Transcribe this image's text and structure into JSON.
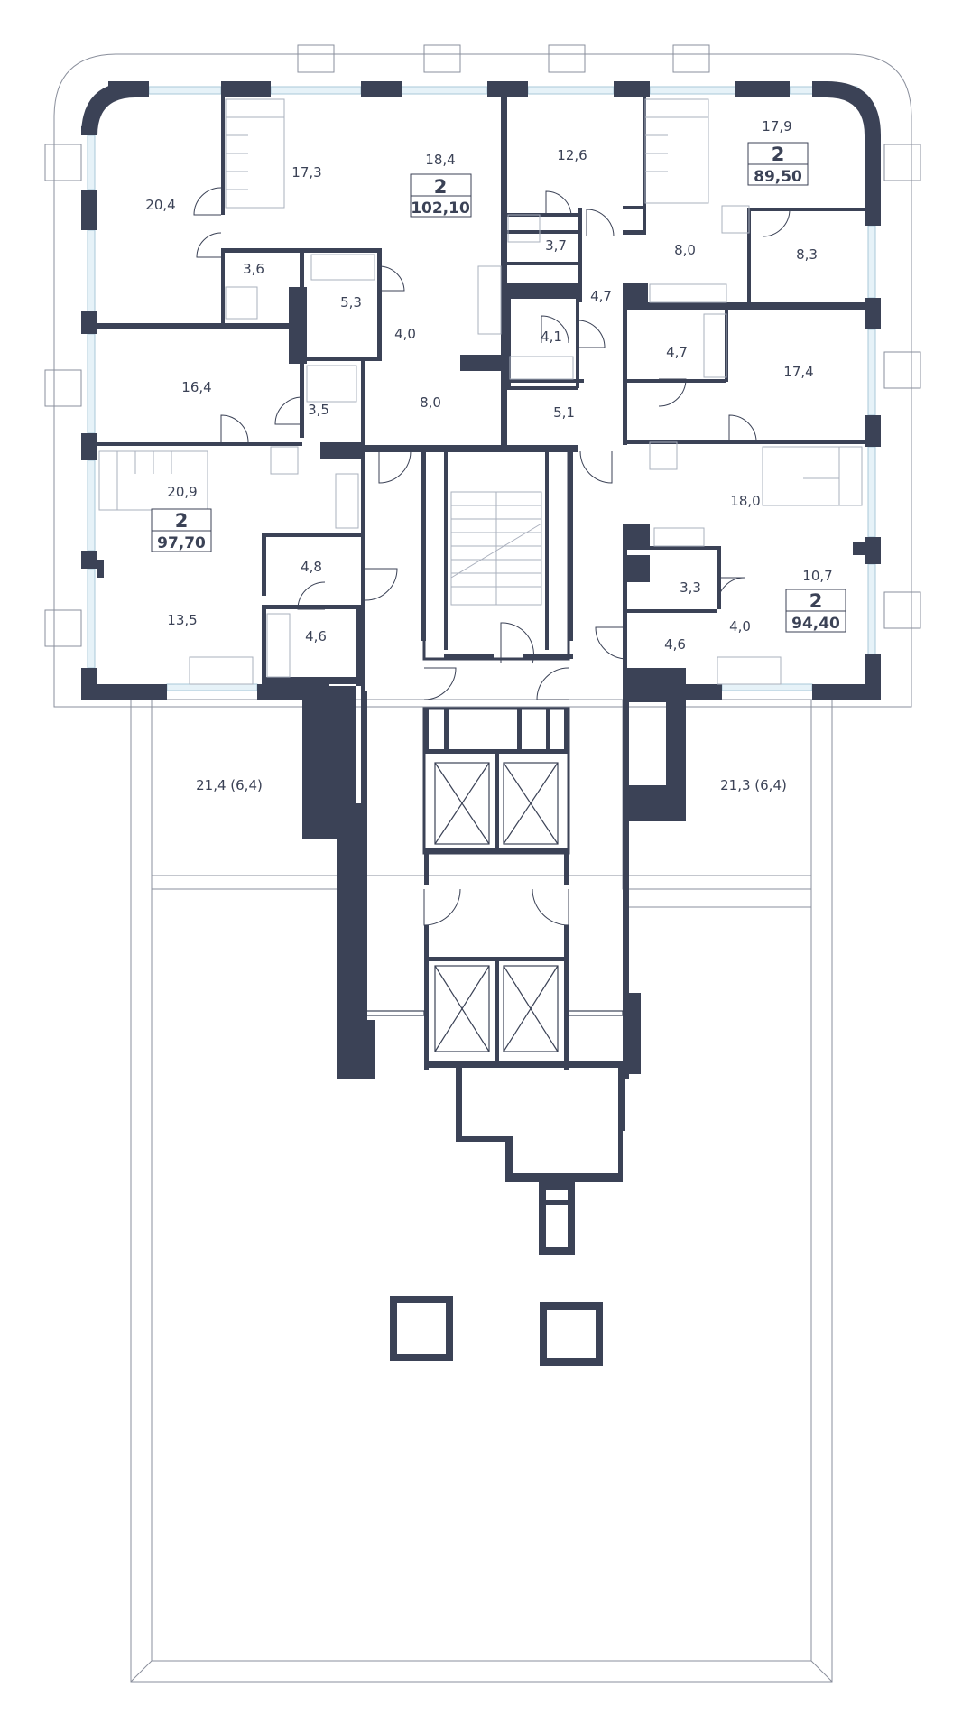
{
  "plan": {
    "rooms": [
      {
        "id": "r1",
        "area": "20,4"
      },
      {
        "id": "r2",
        "area": "17,3"
      },
      {
        "id": "r3",
        "area": "18,4"
      },
      {
        "id": "r4",
        "area": "12,6"
      },
      {
        "id": "r5",
        "area": "17,9"
      },
      {
        "id": "r6",
        "area": "3,6"
      },
      {
        "id": "r7",
        "area": "5,3"
      },
      {
        "id": "r8",
        "area": "4,0"
      },
      {
        "id": "r9",
        "area": "3,7"
      },
      {
        "id": "r10",
        "area": "8,0"
      },
      {
        "id": "r11",
        "area": "8,3"
      },
      {
        "id": "r12",
        "area": "4,7"
      },
      {
        "id": "r13",
        "area": "4,1"
      },
      {
        "id": "r14",
        "area": "16,4"
      },
      {
        "id": "r15",
        "area": "3,5"
      },
      {
        "id": "r16",
        "area": "8,0"
      },
      {
        "id": "r17",
        "area": "4,7"
      },
      {
        "id": "r18",
        "area": "17,4"
      },
      {
        "id": "r19",
        "area": "5,1"
      },
      {
        "id": "r20",
        "area": "20,9"
      },
      {
        "id": "r21",
        "area": "18,0"
      },
      {
        "id": "r22",
        "area": "4,8"
      },
      {
        "id": "r23",
        "area": "10,7"
      },
      {
        "id": "r24",
        "area": "3,3"
      },
      {
        "id": "r25",
        "area": "13,5"
      },
      {
        "id": "r26",
        "area": "4,6"
      },
      {
        "id": "r27",
        "area": "4,0"
      },
      {
        "id": "r28",
        "area": "4,6"
      }
    ],
    "apartments": [
      {
        "id": "a1",
        "rooms": "2",
        "area": "102,10"
      },
      {
        "id": "a2",
        "rooms": "2",
        "area": "89,50"
      },
      {
        "id": "a3",
        "rooms": "2",
        "area": "97,70"
      },
      {
        "id": "a4",
        "rooms": "2",
        "area": "94,40"
      }
    ],
    "terraces": [
      {
        "id": "t1",
        "label": "21,4 (6,4)"
      },
      {
        "id": "t2",
        "label": "21,3 (6,4)"
      }
    ],
    "colors": {
      "wall": "#3b4256",
      "window": "#a9c8d8",
      "fixture": "#aab0bd"
    }
  }
}
